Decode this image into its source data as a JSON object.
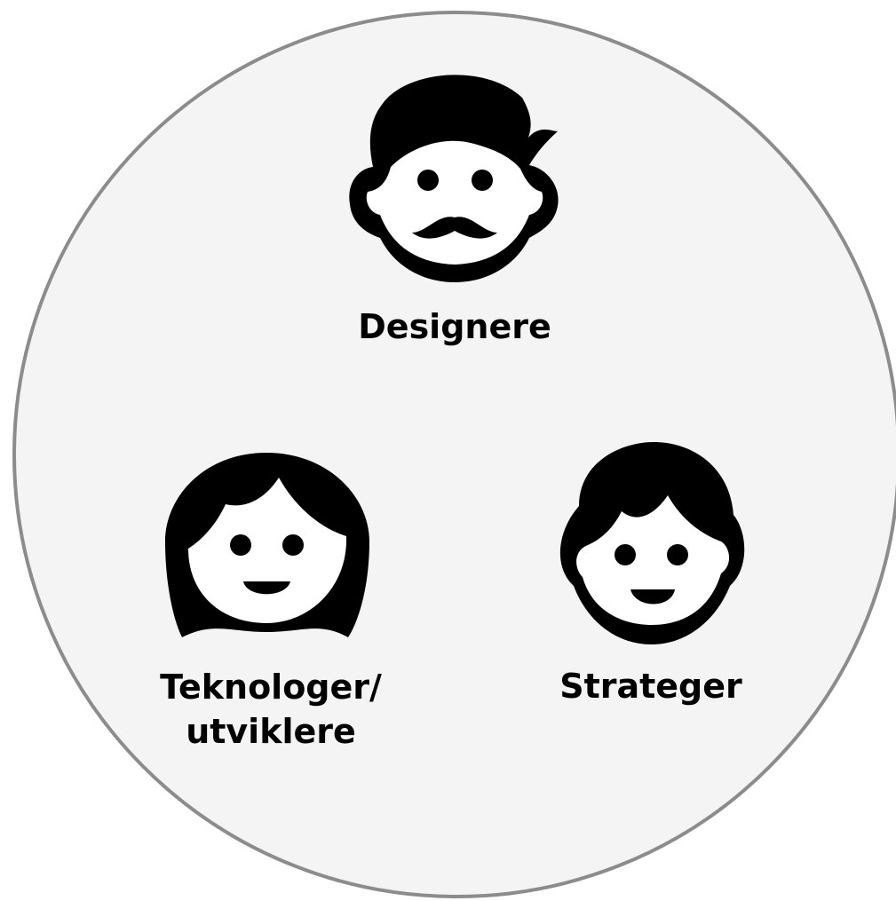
{
  "diagram": {
    "roles": [
      {
        "name": "Designere",
        "icon": "man-with-mustache-icon"
      },
      {
        "name": "Teknologer/\nutviklere",
        "icon": "woman-icon"
      },
      {
        "name": "Strateger",
        "icon": "child-icon"
      }
    ],
    "colors": {
      "background": "#f4f4f4",
      "circle_border": "#8c8c8c",
      "icon_fill": "#000000",
      "face_fill": "#ffffff",
      "text": "#000000"
    }
  }
}
